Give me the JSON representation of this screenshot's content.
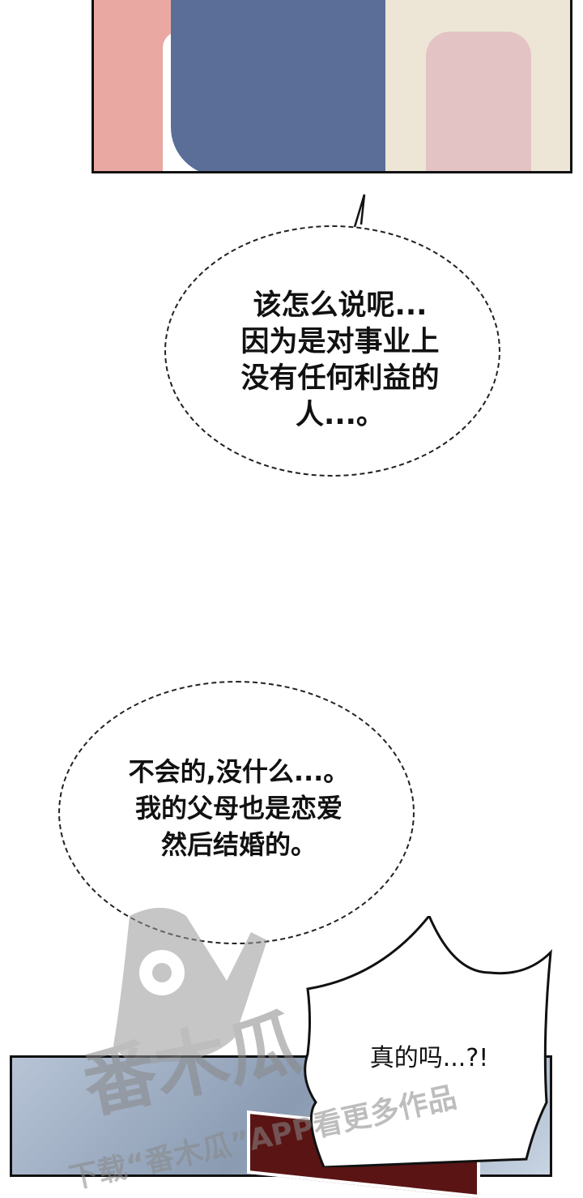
{
  "panels": [
    {
      "name": "top-panel"
    },
    {
      "name": "bottom-panel"
    }
  ],
  "bubbles": [
    {
      "lines": [
        "该怎么说呢...",
        "因为是对事业上",
        "没有任何利益的",
        "人...。"
      ]
    },
    {
      "lines": [
        "不会的,没什么...。",
        "我的父母也是恋爱",
        "然后结婚的。"
      ]
    },
    {
      "lines": [
        "真的吗...?!"
      ]
    }
  ],
  "watermark": {
    "logo": "番木瓜",
    "text": "下载“番木瓜”APP看更多作品",
    "app": "APP"
  },
  "colors": {
    "ink": "#111111",
    "skin_pink": "#e9a8a2",
    "shirt_blue": "#5b6e98",
    "sfx_red": "#5a1414"
  }
}
